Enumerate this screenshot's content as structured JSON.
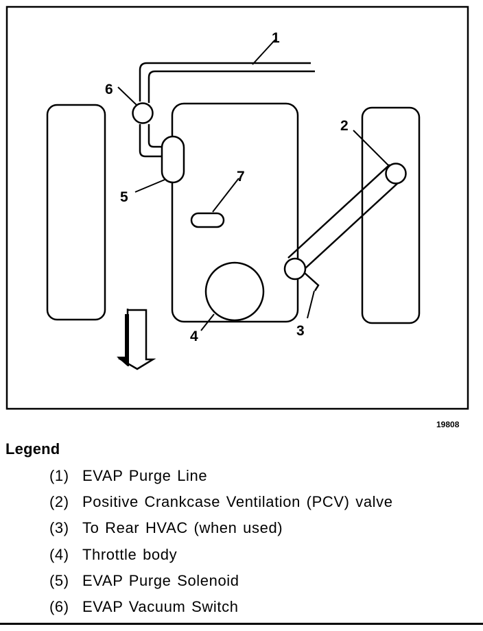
{
  "figure_id": "19808",
  "callouts": [
    "1",
    "2",
    "3",
    "4",
    "5",
    "6",
    "7"
  ],
  "legend": {
    "title": "Legend",
    "items": [
      {
        "num": "(1)",
        "text": "EVAP Purge Line"
      },
      {
        "num": "(2)",
        "text": "Positive Crankcase Ventilation (PCV) valve"
      },
      {
        "num": "(3)",
        "text": "To Rear HVAC (when used)"
      },
      {
        "num": "(4)",
        "text": "Throttle body"
      },
      {
        "num": "(5)",
        "text": "EVAP Purge Solenoid"
      },
      {
        "num": "(6)",
        "text": "EVAP Vacuum Switch"
      }
    ]
  }
}
